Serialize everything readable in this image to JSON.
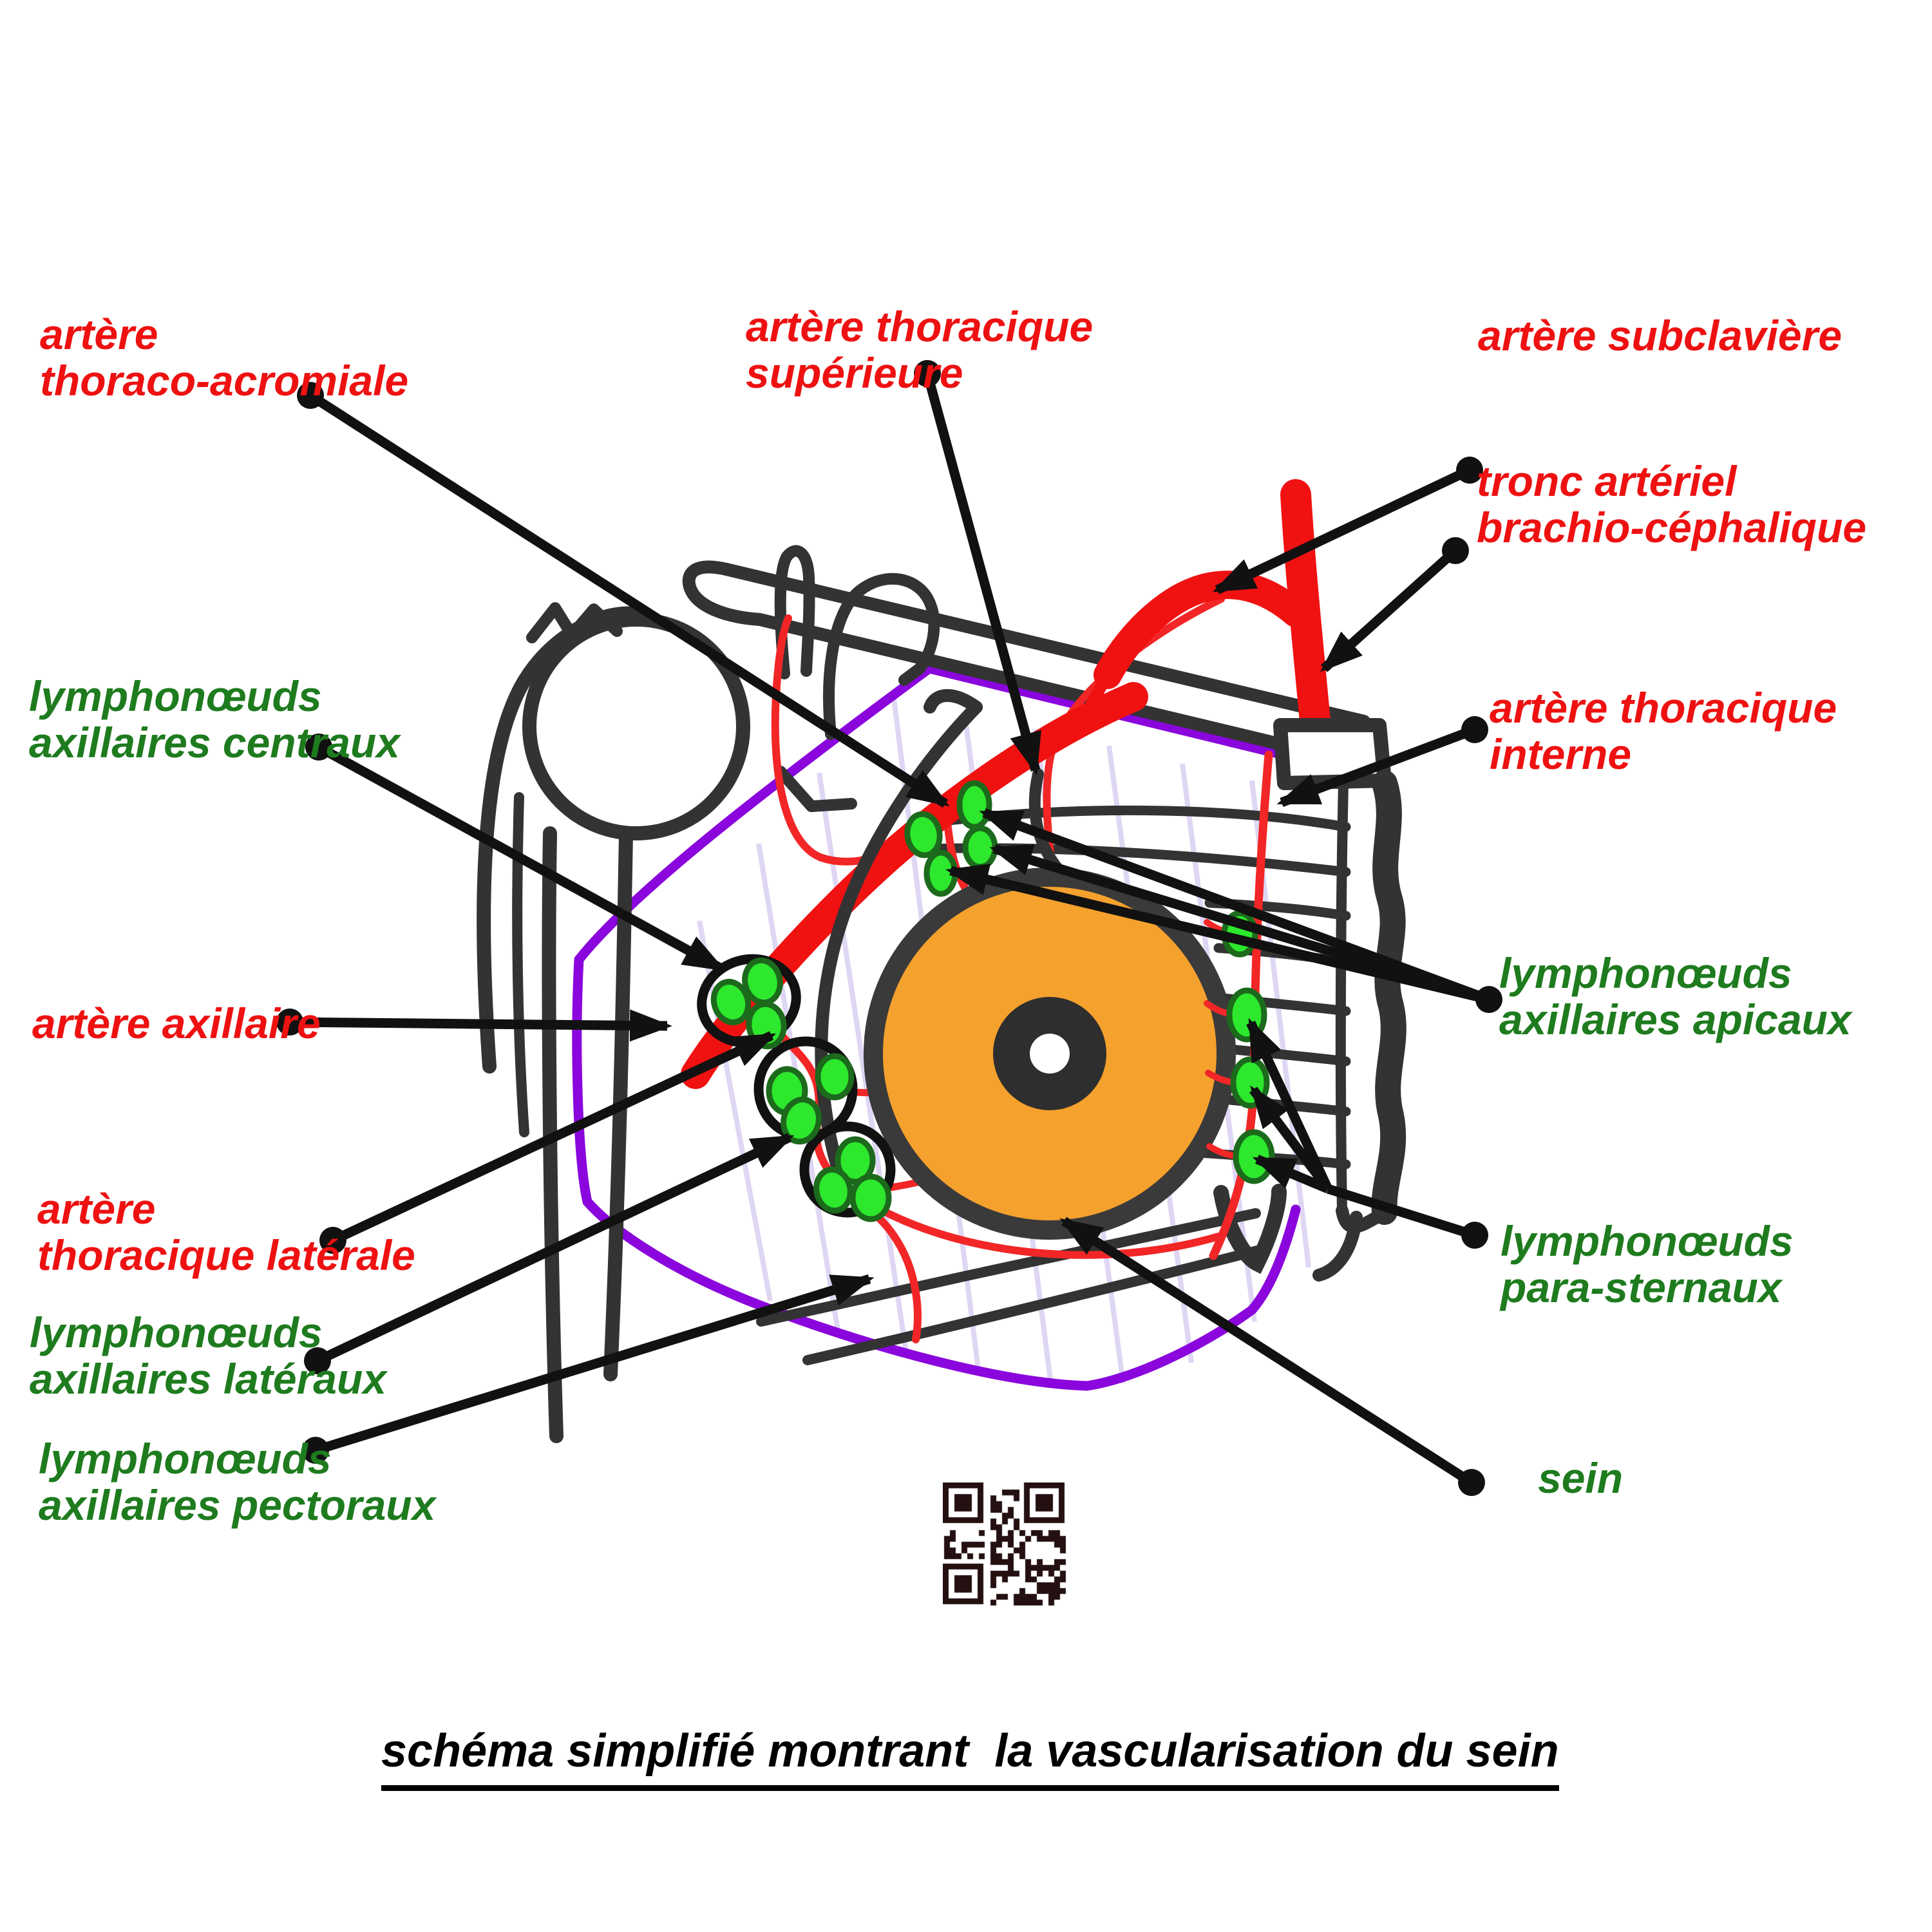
{
  "title": "schéma simplifié montrant  la vascularisation du sein",
  "colors": {
    "artery_label": "#ee1111",
    "lymph_label": "#1e7b1e",
    "artery_thick": "#f01111",
    "artery_thin": "#f22626",
    "node_fill": "#2de82d",
    "node_border": "#1c6a1c",
    "breast_fill": "#f5a12d",
    "bone_outline": "#333333",
    "muscle_boundary_purple": "#8a06dd",
    "fascia_lines": "#d9d0f1",
    "arrow": "#111111",
    "qr_dark": "#241010"
  },
  "labels": [
    {
      "id": "artere-thoraco-acromiale",
      "type": "artery",
      "lines": [
        "artère",
        "thoraco-acromiale"
      ]
    },
    {
      "id": "artere-thoracique-superieure",
      "type": "artery",
      "lines": [
        "artère thoracique",
        "supérieure"
      ]
    },
    {
      "id": "artere-subclaviere",
      "type": "artery",
      "lines": [
        "artère subclavière"
      ]
    },
    {
      "id": "tronc-arteriel-brachio-cephalique",
      "type": "artery",
      "lines": [
        "tronc artériel",
        "brachio-céphalique"
      ]
    },
    {
      "id": "artere-thoracique-interne",
      "type": "artery",
      "lines": [
        "artère thoracique",
        "interne"
      ]
    },
    {
      "id": "lymphonoeuds-axillaires-apicaux",
      "type": "lymph",
      "lines": [
        "lymphonœuds",
        "axillaires apicaux"
      ]
    },
    {
      "id": "lymphonoeuds-para-sternaux",
      "type": "lymph",
      "lines": [
        "lymphonœuds",
        "para-sternaux"
      ]
    },
    {
      "id": "sein",
      "type": "organ",
      "lines": [
        "sein"
      ]
    },
    {
      "id": "lymphonoeuds-axillaires-centraux",
      "type": "lymph",
      "lines": [
        "lymphonœuds",
        "axillaires centraux"
      ]
    },
    {
      "id": "artere-axillaire",
      "type": "artery",
      "lines": [
        "artère axillaire"
      ]
    },
    {
      "id": "artere-thoracique-laterale",
      "type": "artery",
      "lines": [
        "artère",
        "thoracique latérale"
      ]
    },
    {
      "id": "lymphonoeuds-axillaires-lateraux",
      "type": "lymph",
      "lines": [
        "lymphonœuds",
        "axillaires latéraux"
      ]
    },
    {
      "id": "lymphonoeuds-axillaires-pectoraux",
      "type": "lymph",
      "lines": [
        "lymphonœuds",
        "axillaires pectoraux"
      ]
    }
  ]
}
